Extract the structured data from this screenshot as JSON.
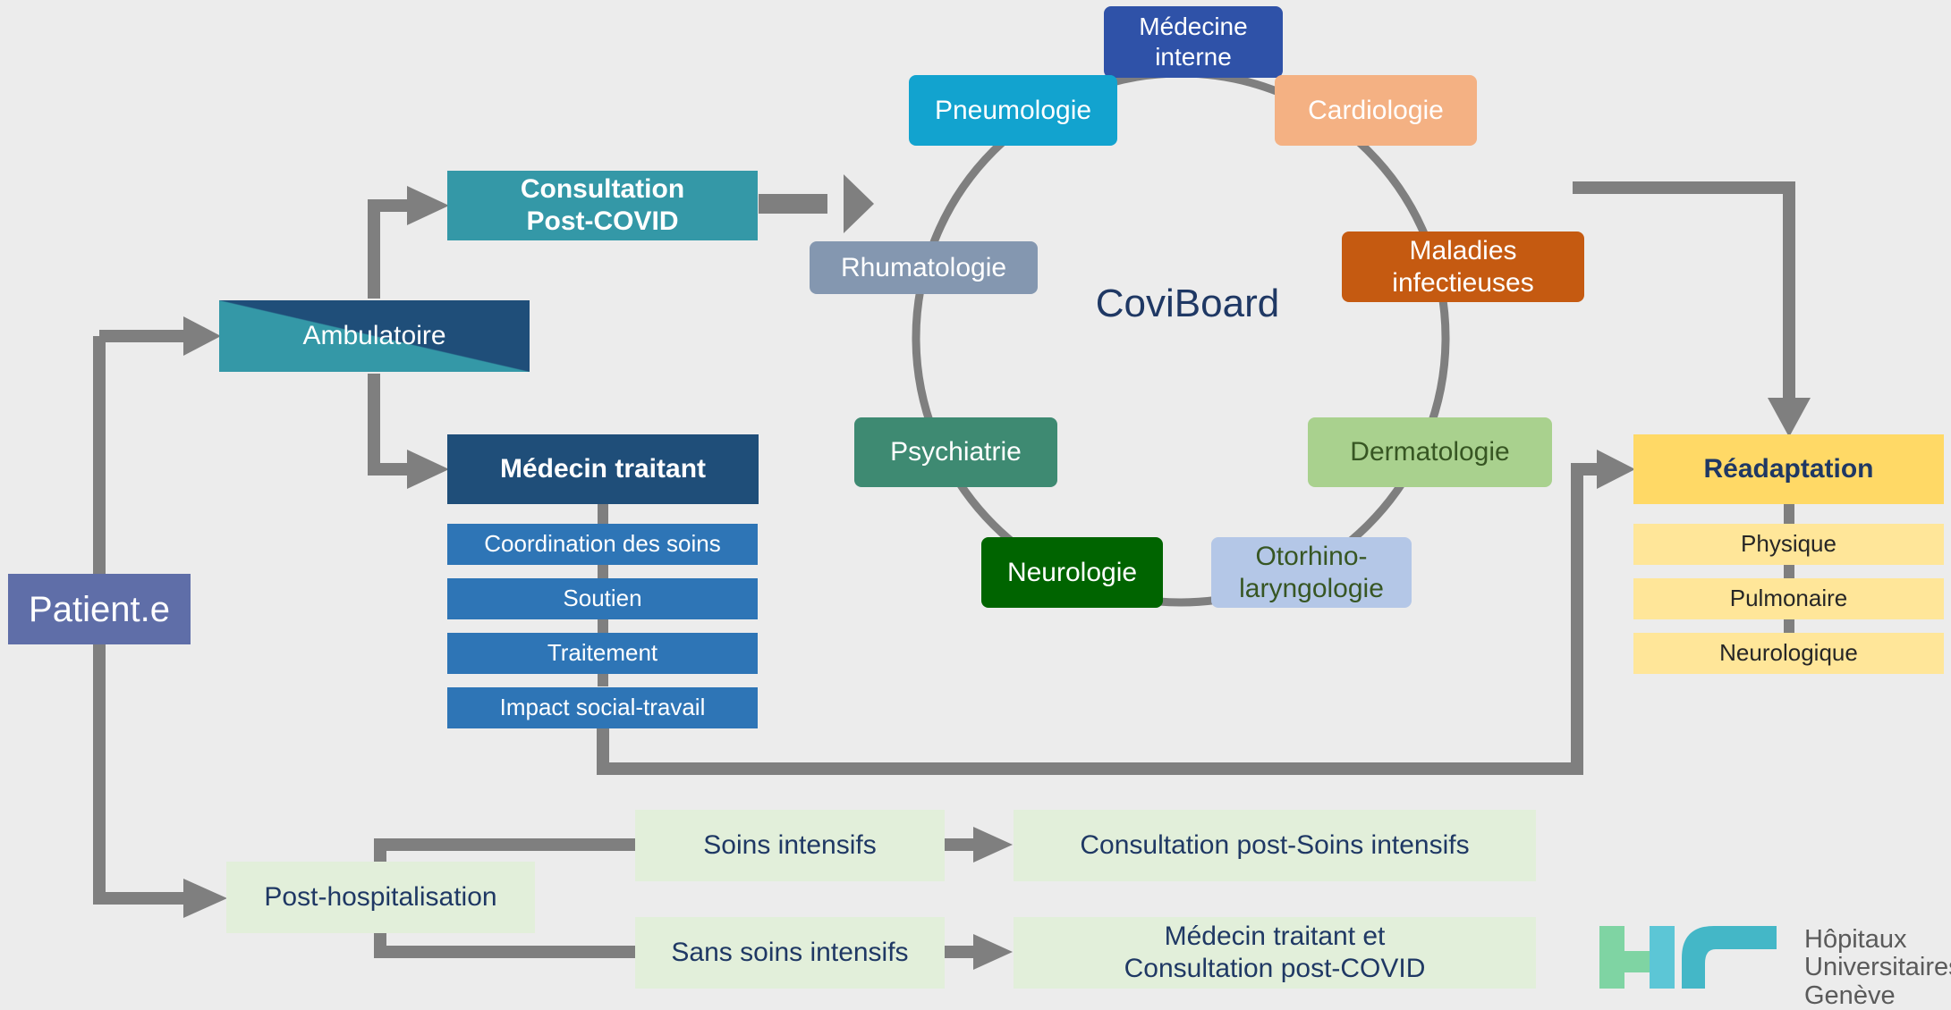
{
  "patient": "Patient.e",
  "ambulatoire": "Ambulatoire",
  "consultation_post_covid": "Consultation\nPost-COVID",
  "medecin_traitant": {
    "title": "Médecin traitant",
    "items": [
      "Coordination des soins",
      "Soutien",
      "Traitement",
      "Impact social-travail"
    ]
  },
  "coviboard": {
    "title": "CoviBoard",
    "specialties": {
      "medecine_interne": "Médecine\ninterne",
      "cardiologie": "Cardiologie",
      "maladies_infectieuses": "Maladies\ninfectieuses",
      "dermatologie": "Dermatologie",
      "orl": "Otorhino-\nlaryngologie",
      "neurologie": "Neurologie",
      "psychiatrie": "Psychiatrie",
      "rhumatologie": "Rhumatologie",
      "pneumologie": "Pneumologie"
    }
  },
  "readaptation": {
    "title": "Réadaptation",
    "items": [
      "Physique",
      "Pulmonaire",
      "Neurologique"
    ]
  },
  "post_hospitalisation": {
    "label": "Post-hospitalisation",
    "soins_intensifs": "Soins intensifs",
    "sans_soins_intensifs": "Sans soins intensifs",
    "consult_post_si": "Consultation post-Soins intensifs",
    "mt_consult_post_covid": "Médecin traitant et\nConsultation post-COVID"
  },
  "logo": {
    "text": "Hôpitaux\nUniversitaires\nGenève",
    "letters": "HUG"
  },
  "colors": {
    "arrow": "#7f7f7f",
    "patient": "#5f6ea8",
    "teal": "#3498a7",
    "navy": "#1f4e79",
    "blue_item": "#2e75b6",
    "yellow": "#ffd966",
    "yellow_light": "#ffe699",
    "green_light": "#e2efda"
  }
}
